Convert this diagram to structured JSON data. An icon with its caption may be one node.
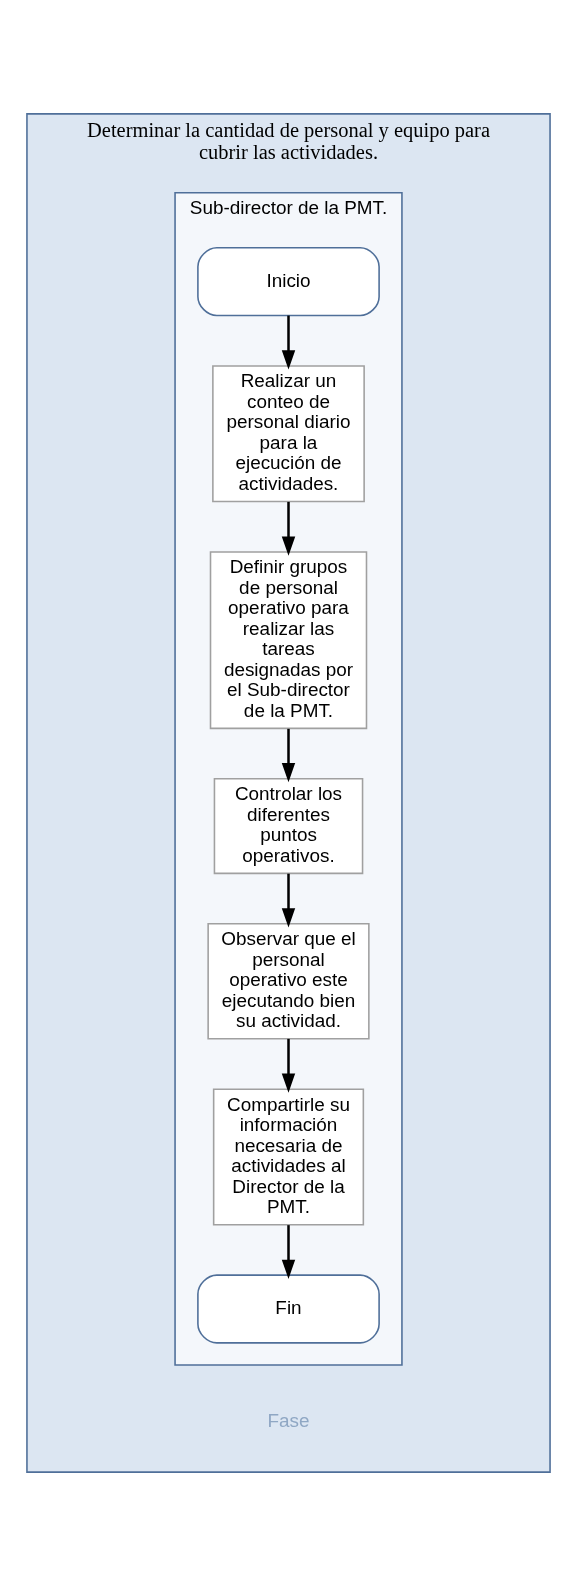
{
  "diagram": {
    "nodes": [
      {
        "text": [
          "Determinar la cantidad de personal y equipo para cubrir las actividades."
        ]
      },
      {
        "text": [
          "Sub-director de la PMT."
        ],
        "in": 0
      },
      {
        "text": [
          "Inicio"
        ],
        "in": 1
      },
      {
        "text": [
          "Realizar un conteo de personal diario para la ejecución de actividades."
        ],
        "in": 1
      },
      {
        "text": [
          "Definir grupos de personal operativo para realizar las tareas designadas por el Sub-director de la PMT."
        ],
        "in": 1
      },
      {
        "text": [
          "Controlar los diferentes puntos operativos."
        ],
        "in": 1
      },
      {
        "text": [
          "Observar que el personal operativo este ejecutando bien su actividad."
        ],
        "in": 1
      },
      {
        "text": [
          "Compartirle su información necesaria de actividades al Director de la PMT."
        ],
        "in": 1
      },
      {
        "text": [
          "Fin"
        ],
        "in": 1
      }
    ],
    "edges": [
      {
        "from": 2,
        "to": 3,
        "arrow": "to"
      },
      {
        "from": 3,
        "to": 4,
        "arrow": "to"
      },
      {
        "from": 4,
        "to": 5,
        "arrow": "to"
      },
      {
        "from": 5,
        "to": 6,
        "arrow": "to"
      },
      {
        "from": 6,
        "to": 7,
        "arrow": "to"
      },
      {
        "from": 7,
        "to": 8,
        "arrow": "to"
      }
    ],
    "labels": [
      "Fase"
    ]
  }
}
